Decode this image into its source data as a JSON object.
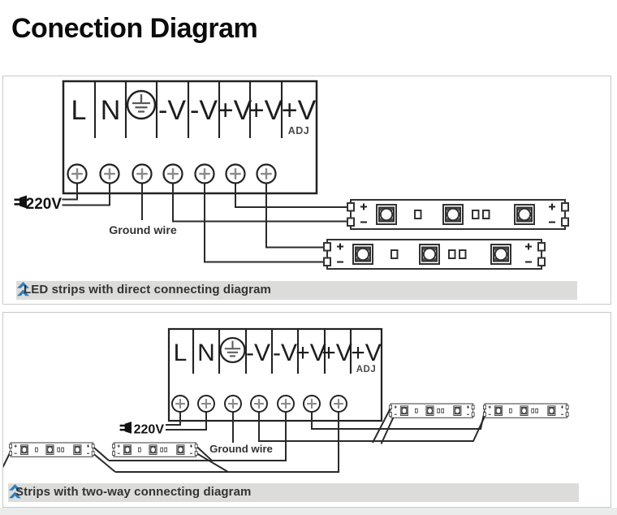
{
  "title": "Conection Diagram",
  "terminal": {
    "labels": [
      "L",
      "N",
      "-V",
      "-V",
      "+V",
      "+V",
      "+V"
    ],
    "adj": "ADJ",
    "earth_icon": "earth-ground-symbol"
  },
  "labels": {
    "voltage": "220V",
    "ground": "Ground wire"
  },
  "panels": [
    {
      "caption": "LED strips with direct connecting diagram"
    },
    {
      "caption": "Strips with two-way connecting diagram"
    }
  ],
  "icons": {
    "chevron": "double-chevron-up-icon",
    "plug": "power-plug-icon"
  },
  "colors": {
    "accent_blue": "#2b7fc2",
    "line": "#2a2a2a",
    "caption_bar": "#dcdcda",
    "panel_border": "#c7c9c9"
  }
}
